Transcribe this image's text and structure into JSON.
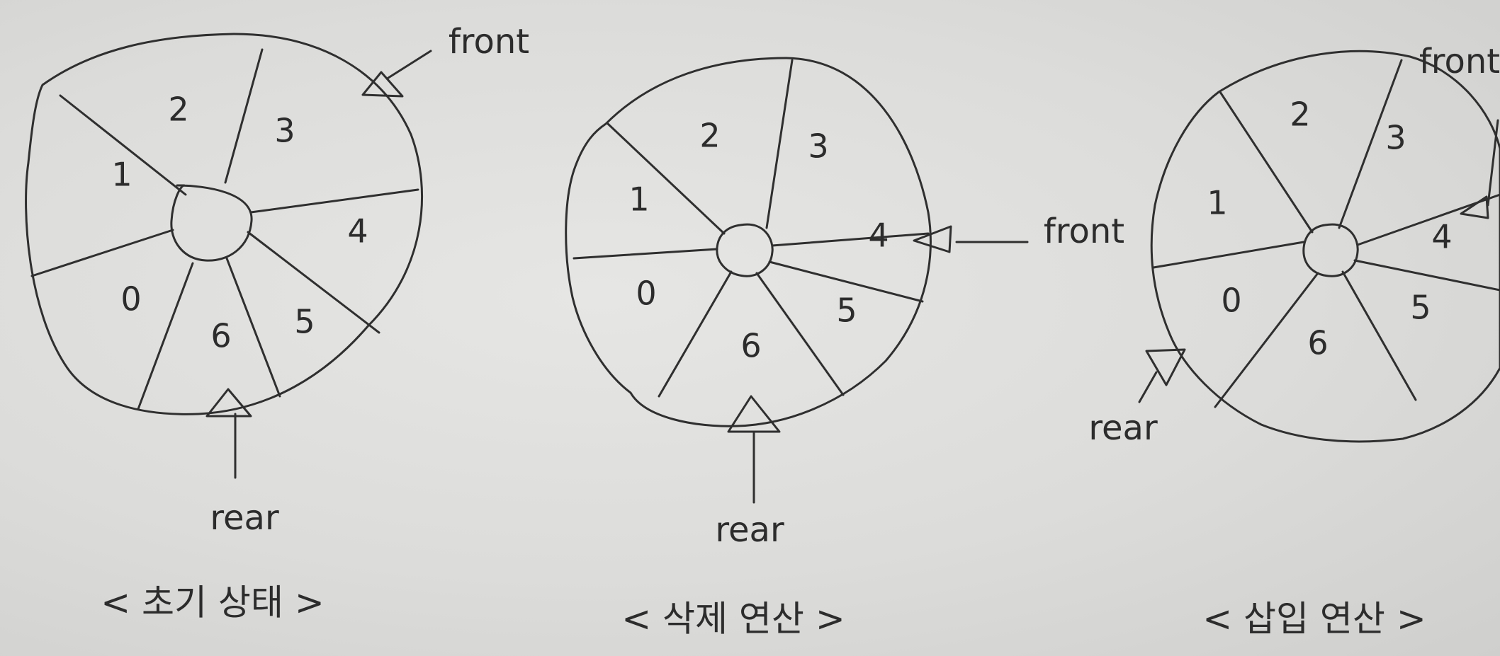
{
  "diagrams": [
    {
      "caption": "< 초기 상태 >",
      "slots": [
        "0",
        "1",
        "2",
        "3",
        "4",
        "5",
        "6"
      ],
      "pointers": {
        "front": "front",
        "rear": "rear"
      }
    },
    {
      "caption": "< 삭제 연산 >",
      "slots": [
        "0",
        "1",
        "2",
        "3",
        "4",
        "5",
        "6"
      ],
      "pointers": {
        "front": "front",
        "rear": "rear"
      }
    },
    {
      "caption": "< 삽입 연산 >",
      "slots": [
        "0",
        "1",
        "2",
        "3",
        "4",
        "5",
        "6"
      ],
      "pointers": {
        "front": "front",
        "rear": "rear"
      }
    }
  ],
  "colors": {
    "paper": "#e2e2e0",
    "ink": "#2f2f2f"
  }
}
